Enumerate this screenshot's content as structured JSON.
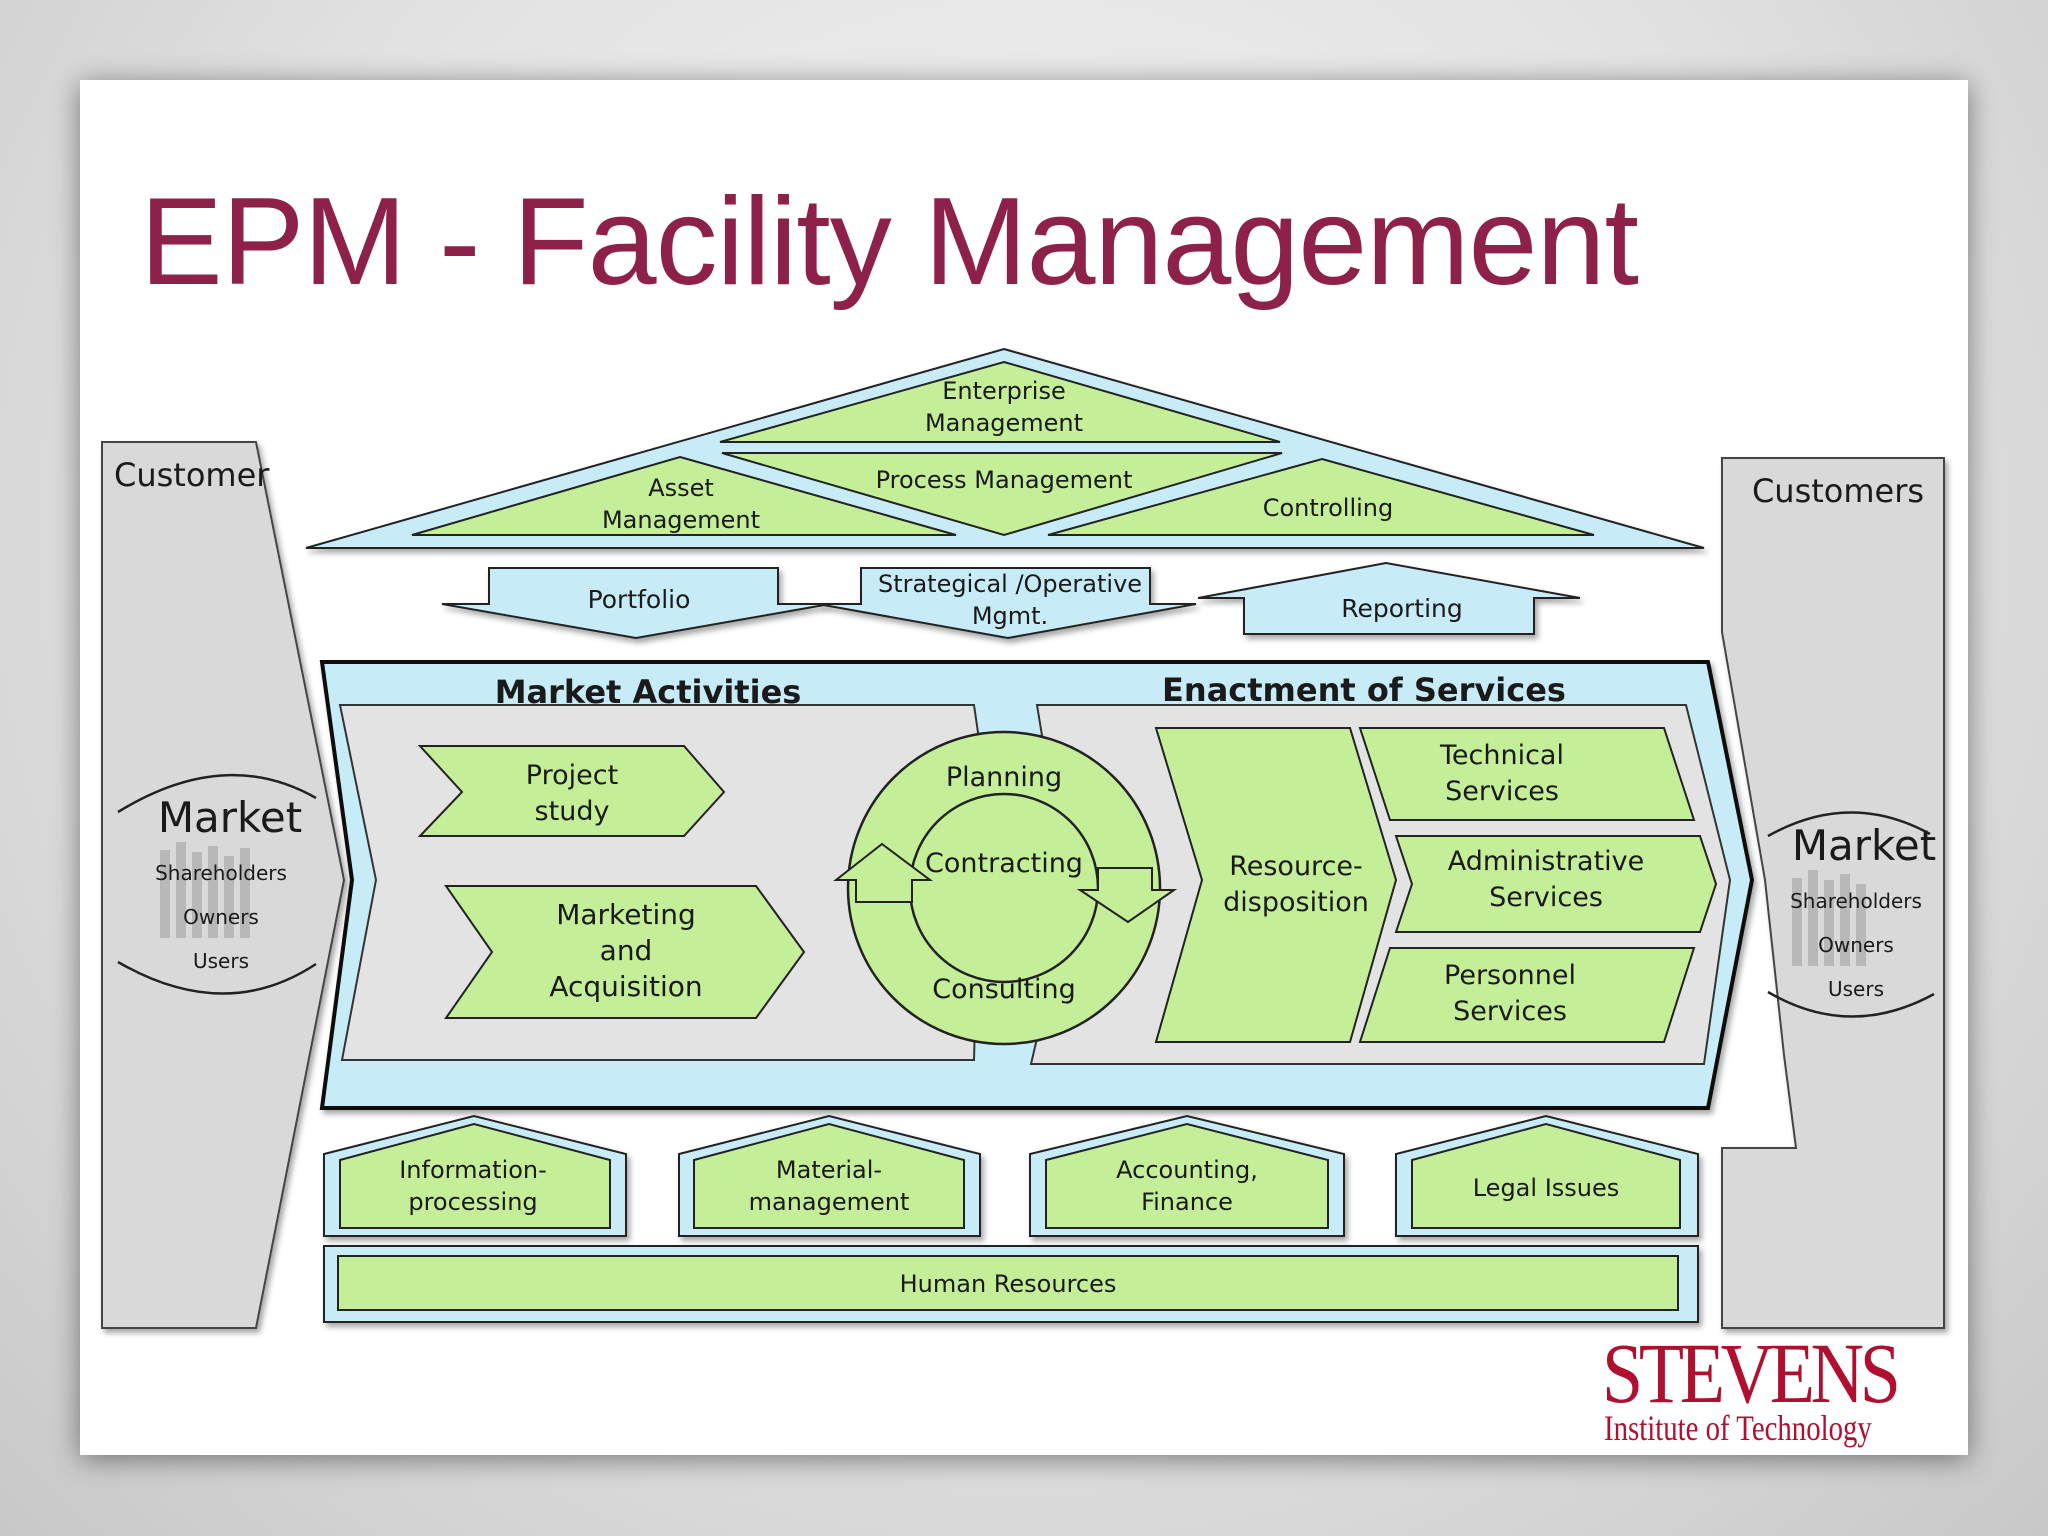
{
  "slide": {
    "title": "EPM - Facility Management",
    "logo": {
      "name": "STEVENS",
      "subtitle": "Institute of Technology"
    }
  },
  "colors": {
    "title": "#8e2149",
    "light_blue": "#c8ecf7",
    "light_green": "#c4ee98",
    "gray": "#d9d9d9",
    "logo": "#b00f30"
  },
  "left_panel": {
    "heading": "Customer",
    "market": "Market",
    "stakeholders": [
      "Shareholders",
      "Owners",
      "Users"
    ]
  },
  "right_panel": {
    "heading": "Customers",
    "market": "Market",
    "stakeholders": [
      "Shareholders",
      "Owners",
      "Users"
    ]
  },
  "roof": {
    "enterprise": [
      "Enterprise",
      "Management"
    ],
    "asset": [
      "Asset",
      "Management"
    ],
    "process": "Process Management",
    "controlling": "Controlling"
  },
  "flows": {
    "portfolio": "Portfolio",
    "strategical": [
      "Strategical /Operative",
      "Mgmt."
    ],
    "reporting": "Reporting"
  },
  "core": {
    "market_activities": "Market Activities",
    "enactment": "Enactment of Services",
    "project_study": [
      "Project",
      "study"
    ],
    "marketing": [
      "Marketing",
      "and",
      "Acquisition"
    ],
    "cycle": {
      "top": "Planning",
      "middle": "Contracting",
      "bottom": "Consulting"
    },
    "resource": [
      "Resource-",
      "disposition"
    ],
    "technical": [
      "Technical",
      "Services"
    ],
    "administrative": [
      "Administrative",
      "Services"
    ],
    "personnel": [
      "Personnel",
      "Services"
    ]
  },
  "support": {
    "information": [
      "Information-",
      "processing"
    ],
    "material": [
      "Material-",
      "management"
    ],
    "accounting": [
      "Accounting,",
      "Finance"
    ],
    "legal": "Legal Issues",
    "human_resources": "Human Resources"
  }
}
